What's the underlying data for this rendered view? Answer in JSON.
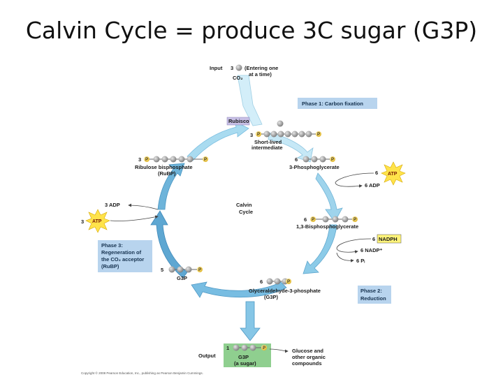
{
  "title": "Calvin Cycle = produce 3C sugar (G3P)",
  "labels": {
    "input": "Input",
    "input_count": "3",
    "co2": "CO₂",
    "entering": [
      "(Entering one",
      "at a time)"
    ],
    "rubisco": "Rubisco",
    "short_count": "3",
    "short_lived": [
      "Short-lived",
      "intermediate"
    ],
    "rubp_count": "3",
    "rubp": [
      "Ribulose bisphosphate",
      "(RuBP)"
    ],
    "pga_count": "6",
    "pga": "3-Phosphoglycerate",
    "atp_in1_count": "6",
    "adp_out1": "6 ADP",
    "bpg_count": "6",
    "bpg": "1,3-Bisphosphoglycerate",
    "nadph_count": "6",
    "nadph": "NADPH",
    "nadp": "6 NADP⁺",
    "pi": "6 Pᵢ",
    "g3p_count": "6",
    "g3p_full": [
      "Glyceraldehyde-3-phosphate",
      "(G3P)"
    ],
    "regen_count": "5",
    "regen_g3p": "G3P",
    "adp_regen": "3 ADP",
    "atp_regen_count": "3",
    "cycle": [
      "Calvin",
      "Cycle"
    ],
    "output": "Output",
    "output_count": "1",
    "output_box": [
      "G3P",
      "(a sugar)"
    ],
    "glucose": [
      "Glucose and",
      "other organic",
      "compounds"
    ],
    "atp": "ATP",
    "p": "P",
    "copyright": "Copyright © 2008 Pearson Education, Inc., publishing as Pearson Benjamin Cummings."
  },
  "phases": {
    "phase1": "Phase 1: Carbon fixation",
    "phase2": [
      "Phase 2:",
      "Reduction"
    ],
    "phase3": [
      "Phase 3:",
      "Regeneration of",
      "the CO₂ acceptor",
      "(RuBP)"
    ]
  },
  "colors": {
    "arrow_light": "#bfe6f5",
    "arrow_mid": "#7ec4e4",
    "arrow_dark": "#5aa3cf",
    "phase_box": "#b8d4ee",
    "rubisco_box": "#c8c0e6",
    "output_box": "#8fcf8f",
    "nadph_box": "#fff37a",
    "atp_star": "#ffe34a",
    "phosphate": "#f4d35e",
    "carbon": "#9a9a9a"
  }
}
